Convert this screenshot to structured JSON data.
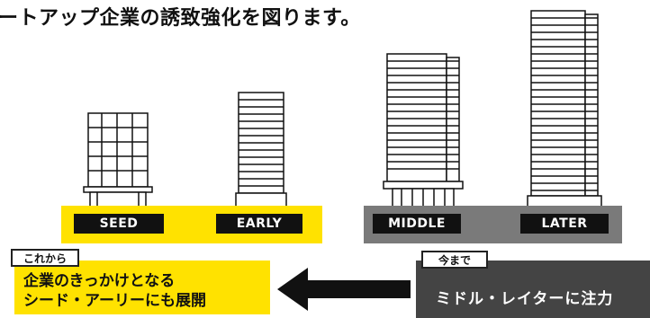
{
  "colors": {
    "accent_yellow": "#FFE200",
    "band_gray": "#7a7a7a",
    "dark_panel": "#444444"
  },
  "headline": "ートアップ企業の誘致強化を図ります。",
  "stages": {
    "seed": "SEED",
    "early": "EARLY",
    "middle": "MIDDLE",
    "later": "LATER"
  },
  "future": {
    "tag": "これから",
    "line1": "企業のきっかけとなる",
    "line2": "シード・アーリーにも展開"
  },
  "past": {
    "tag": "今まで",
    "text": "ミドル・レイターに注力"
  },
  "icons": [
    "building-seed-illustration",
    "building-early-illustration",
    "building-middle-illustration",
    "building-later-illustration",
    "left-arrow-icon"
  ]
}
